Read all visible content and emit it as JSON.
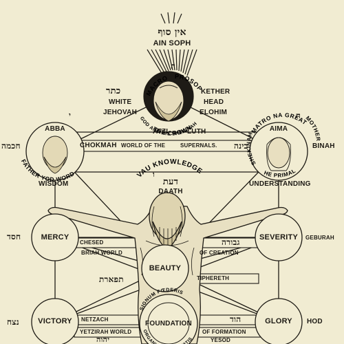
{
  "top": {
    "hebrew": "אין סוף",
    "label": "AIN SOPH"
  },
  "crown": {
    "arc_left": "MACRO",
    "arc_right": "PROSOPUS",
    "hebrew_yod": "ה",
    "arc_bottom": "THE CROWN",
    "arc_bottom2": "GOD AND HIS SHEKINAH",
    "left_hebrew": "כתר",
    "left1": "WHITE",
    "left2": "JEHOVAH",
    "right1": "KETHER",
    "right2": "HEAD",
    "right3": "ELOHIM",
    "under_left": "ATZI",
    "under_right": "LUTH"
  },
  "abba": {
    "name": "ABBA",
    "hebrew_small": "י",
    "hebrew": "חכמה",
    "bar": "CHOKMAH",
    "arc": "FATHER YOD WORD",
    "sub": "WISDOM"
  },
  "supernal_bar": {
    "text1": "WORLD OF THE",
    "text2": "SUPERNALS."
  },
  "aima": {
    "name": "AIMA",
    "hebrew_small": "ה",
    "arc": "MATRO NA GREAT",
    "arc_left": "SHEKINAH",
    "arc_right": "MOTHER",
    "hebrew": "בינה",
    "right": "BINAH",
    "arc_bottom": "HE PRIMAL",
    "sub": "UNDERSTANDING"
  },
  "daath": {
    "arc": "VAU KNOWLEDGE",
    "hebrew_small": "ו",
    "hebrew": "דעת",
    "label": "DAATH"
  },
  "mercy": {
    "label": "MERCY",
    "hebrew": "חסד",
    "bar": "CHESED",
    "sub": "BRIAH WORLD"
  },
  "severity": {
    "label": "SEVERITY",
    "bar_hebrew": "גבורה",
    "right": "GEBURAH",
    "sub": "OF CREATION"
  },
  "beauty": {
    "label": "BEAUTY",
    "hebrew": "תפארת",
    "bar": "TIPHERETH"
  },
  "victory": {
    "label": "VICTORY",
    "hebrew": "נצח",
    "bar": "NETZACH",
    "sub": "YETZIRAH WORLD",
    "bottom_hebrew": "יהוה"
  },
  "glory": {
    "label": "GLORY",
    "bar_hebrew": "הוד",
    "right": "HOD",
    "sub": "OF FORMATION",
    "bar2": "YESOD"
  },
  "foundation": {
    "label": "FOUNDATION",
    "arc_top": "SIGNUM FŒDERIS",
    "arc_bottom": "ORGANUM SANCTITATIS"
  }
}
